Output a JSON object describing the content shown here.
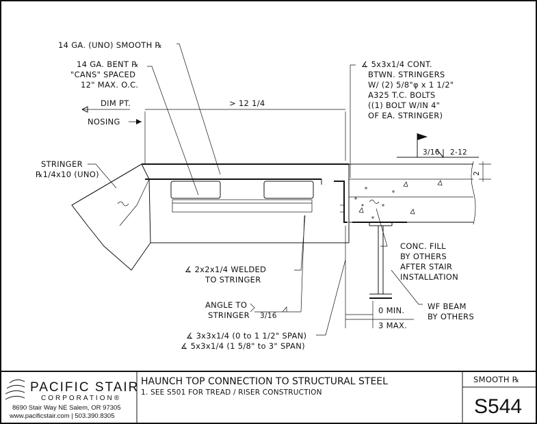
{
  "labels": {
    "smooth_plate": "14 GA. (UNO) SMOOTH ℞",
    "bent_plate_1": "14 GA. BENT ℞",
    "bent_plate_2": "\"CANS\" SPACED",
    "bent_plate_3": "12\" MAX. O.C.",
    "dim_pt": "DIM PT.",
    "nosing": "NOSING",
    "dim_length": "> 12 1/4",
    "stringer_1": "STRINGER",
    "stringer_2": "℞1/4x10 (UNO)",
    "cont_angle_1": "∡ 5x3x1/4 CONT.",
    "cont_angle_2": "BTWN. STRINGERS",
    "cont_angle_3": "W/ (2) 5/8\"φ x 1 1/2\"",
    "cont_angle_4": "A325 T.C. BOLTS",
    "cont_angle_5": "((1) BOLT W/IN 4\"",
    "cont_angle_6": "OF EA. STRINGER)",
    "weld_symbol": "3/16",
    "weld_length": "2-12",
    "slab_thickness": "2",
    "conc_fill_1": "CONC. FILL",
    "conc_fill_2": "BY OTHERS",
    "conc_fill_3": "AFTER STAIR",
    "conc_fill_4": "INSTALLATION",
    "welded_angle_1": "∡ 2x2x1/4 WELDED",
    "welded_angle_2": "TO STRINGER",
    "angle_to_1": "ANGLE TO",
    "angle_to_2": "STRINGER",
    "angle_weld": "3/16",
    "min_dim": "0 MIN.",
    "max_dim": "3 MAX.",
    "wf_beam_1": "WF BEAM",
    "wf_beam_2": "BY OTHERS",
    "angle_span_1": "∡ 3x3x1/4 (0 to 1 1/2\" SPAN)",
    "angle_span_2": "∡ 5x3x1/4 (1 5/8\" to 3\" SPAN)"
  },
  "title_block": {
    "company": "PACIFIC STAIR",
    "company_sub": "CORPORATION®",
    "address": "8690 Stair Way NE Salem, OR 97305",
    "contact": "www.pacificstair.com  |  503.390.8305",
    "title": "HAUNCH TOP CONNECTION TO STRUCTURAL STEEL",
    "note": "1. SEE S501 FOR TREAD / RISER CONSTRUCTION",
    "finish": "SMOOTH ℞",
    "sheet_number": "S544"
  }
}
